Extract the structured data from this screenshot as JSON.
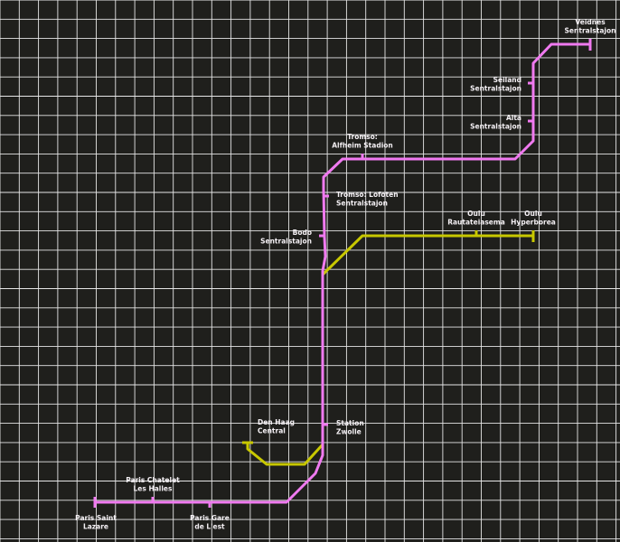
{
  "map": {
    "colors": {
      "background": "#1f1f1c",
      "grid": "#e6e6e6",
      "pink_line": "#f07af0",
      "yellow_line": "#c8c800",
      "label_text": "#f4f0f4"
    },
    "lines": [
      {
        "id": "pink",
        "color": "#f07af0",
        "stations": [
          {
            "id": "paris-saint-lazare",
            "label": [
              "Paris Saint",
              "Lazare"
            ]
          },
          {
            "id": "paris-chatelet-les-halles",
            "label": [
              "Paris Chatelet",
              "Les Halles"
            ]
          },
          {
            "id": "paris-gare-de-lest",
            "label": [
              "Paris Gare",
              "de L'est"
            ]
          },
          {
            "id": "station-zwolle",
            "label": [
              "Station",
              "Zwolle"
            ]
          },
          {
            "id": "bodo-sentralstajon",
            "label": [
              "Bodo",
              "Sentralstajon"
            ]
          },
          {
            "id": "tromso-lofoten-sentralstajon",
            "label": [
              "Tromso: Lofoten",
              "Sentralstajon"
            ]
          },
          {
            "id": "tromso-alfheim-stadion",
            "label": [
              "Tromso:",
              "Alfheim Stadion"
            ]
          },
          {
            "id": "alta-sentralstajon",
            "label": [
              "Alta",
              "Sentralstajon"
            ]
          },
          {
            "id": "seiland-sentralstajon",
            "label": [
              "Seiland",
              "Sentralstajon"
            ]
          },
          {
            "id": "veidnes-sentralstajon",
            "label": [
              "Veidnes",
              "Sentralstajon"
            ]
          }
        ]
      },
      {
        "id": "yellow",
        "color": "#c8c800",
        "stations": [
          {
            "id": "den-haag-central",
            "label": [
              "Den Haag",
              "Central"
            ]
          },
          {
            "id": "oulu-rautateiasema",
            "label": [
              "Oulu",
              "Rautateiasema"
            ]
          },
          {
            "id": "oulu-hyperborea",
            "label": [
              "Oulu",
              "Hyperborea"
            ]
          }
        ]
      }
    ]
  }
}
